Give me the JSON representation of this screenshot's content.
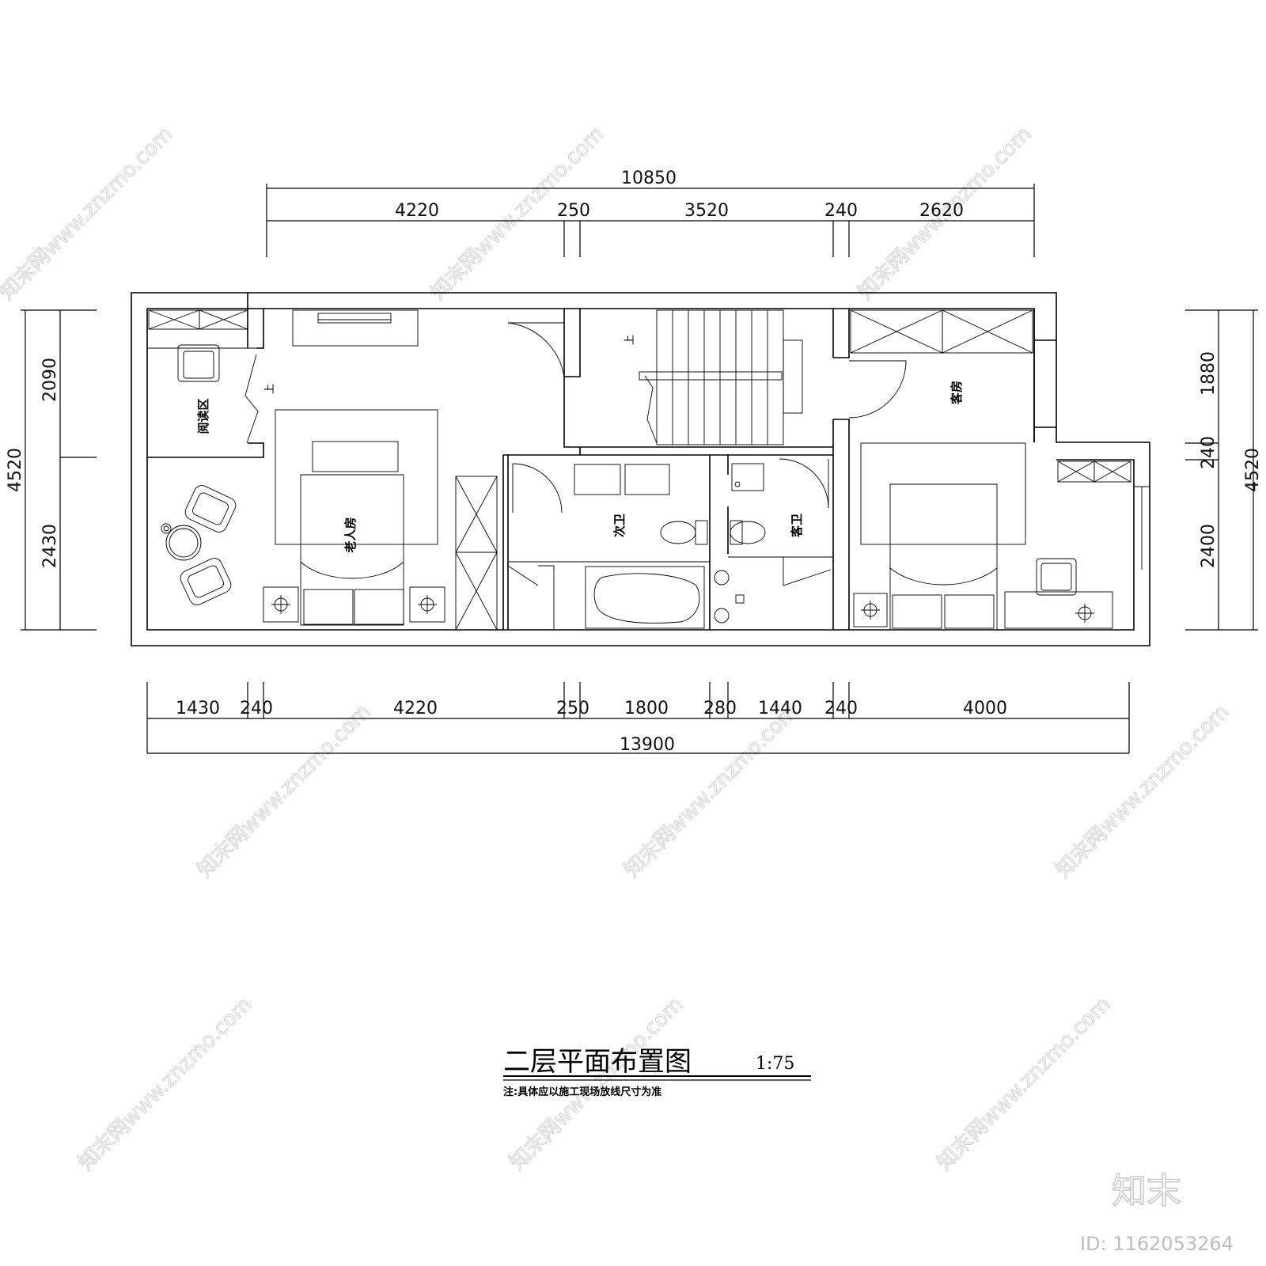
{
  "dimensions": {
    "top_total": "10850",
    "top_segments": [
      "4220",
      "250",
      "3520",
      "240",
      "2620"
    ],
    "bottom_segments": [
      "1430",
      "240",
      "4220",
      "250",
      "1800",
      "280",
      "1440",
      "240",
      "4000"
    ],
    "bottom_total": "13900",
    "left_total": "4520",
    "left_segments": [
      "2090",
      "2430"
    ],
    "right_total": "4520",
    "right_segments": [
      "1880",
      "240",
      "2400"
    ]
  },
  "rooms": {
    "reading": "阅读区",
    "elder_bedroom": "老人房",
    "second_bath": "次卫",
    "guest_bath": "客卫",
    "guest_room": "客房",
    "up_label": "上"
  },
  "title": {
    "name": "二层平面布置图",
    "scale": "1:75",
    "note": "注:具体应以施工现场放线尺寸为准"
  },
  "watermark": {
    "text": "知末网www.znzmo.com",
    "logo": "知末",
    "id": "ID: 1162053264"
  }
}
